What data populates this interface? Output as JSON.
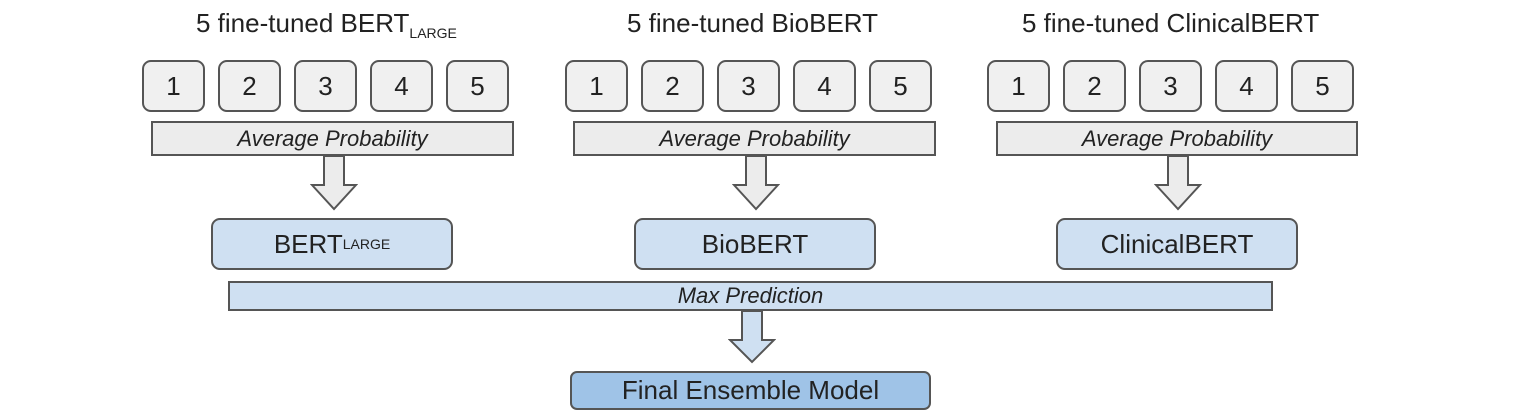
{
  "groups": [
    {
      "title_main": "5 fine-tuned BERT",
      "title_sub": "LARGE",
      "models": [
        "1",
        "2",
        "3",
        "4",
        "5"
      ],
      "avg_label": "Average Probability",
      "model_main": "BERT",
      "model_sub": "LARGE"
    },
    {
      "title_main": "5 fine-tuned BioBERT",
      "title_sub": "",
      "models": [
        "1",
        "2",
        "3",
        "4",
        "5"
      ],
      "avg_label": "Average Probability",
      "model_main": "BioBERT",
      "model_sub": ""
    },
    {
      "title_main": "5 fine-tuned ClinicalBERT",
      "title_sub": "",
      "models": [
        "1",
        "2",
        "3",
        "4",
        "5"
      ],
      "avg_label": "Average Probability",
      "model_main": "ClinicalBERT",
      "model_sub": ""
    }
  ],
  "max_label": "Max Prediction",
  "final_label": "Final Ensemble Model",
  "colors": {
    "gray_fill": "#f0f0f0",
    "light_blue": "#cfe0f2",
    "final_blue": "#9fc3e7",
    "stroke": "#555555"
  }
}
